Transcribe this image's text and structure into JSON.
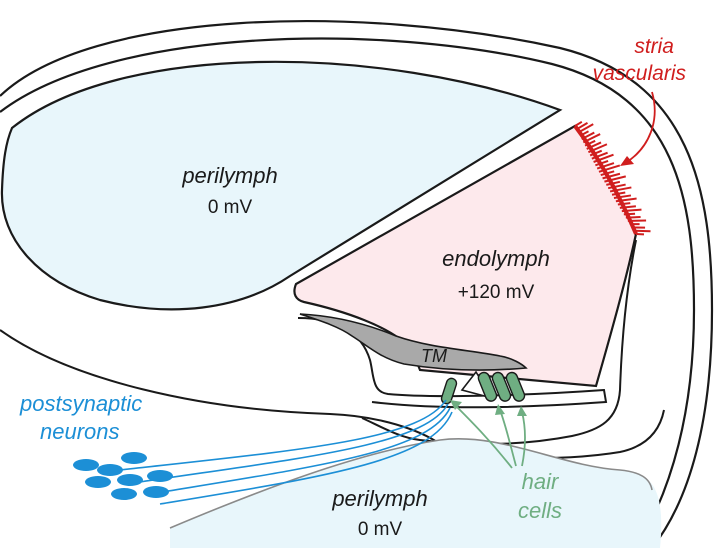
{
  "labels": {
    "stria": {
      "line1": "stria",
      "line2": "vascularis"
    },
    "perilymph_top": {
      "name": "perilymph",
      "value": "0 mV"
    },
    "endolymph": {
      "name": "endolymph",
      "value": "+120 mV"
    },
    "tm": "TM",
    "postsynaptic": {
      "line1": "postsynaptic",
      "line2": "neurons"
    },
    "hair_cells": {
      "line1": "hair",
      "line2": "cells"
    },
    "perilymph_bottom": {
      "name": "perilymph",
      "value": "0 mV"
    }
  },
  "colors": {
    "perilymph_fill": "#e8f6fb",
    "endolymph_fill": "#fde9ec",
    "tectorial_membrane": "#a9a9a9",
    "stria_red": "#d01e1e",
    "neuron_blue": "#1c8fd6",
    "hair_cell_green": "#6fae82",
    "outline": "#1a1a1a"
  }
}
